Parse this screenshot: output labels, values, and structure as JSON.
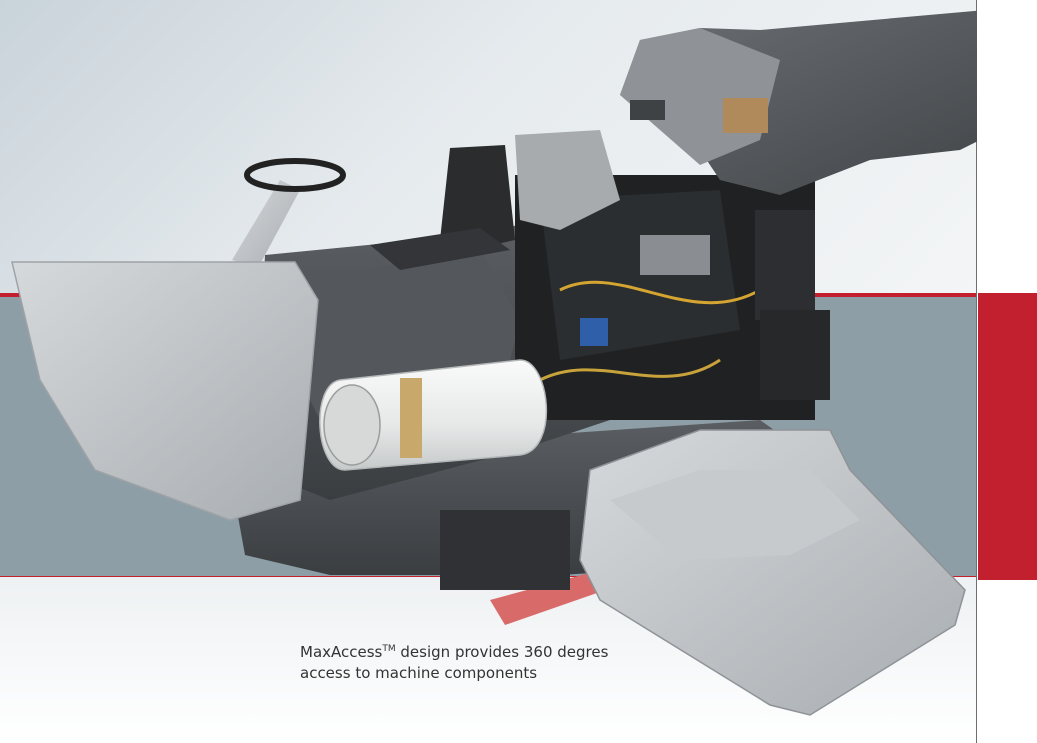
{
  "caption": {
    "line1_pre": "MaxAccess",
    "line1_tm": "TM",
    "line1_post": " design provides 360 degres",
    "line2": "access to machine components"
  },
  "colors": {
    "accent_red": "#c2202f",
    "band_gray": "#8e9ea6",
    "machine_dark": "#4a4d50",
    "machine_light": "#b4b8bb",
    "tank_white": "#eceeed"
  },
  "image": {
    "subject": "ride-on floor scrubber machine with panels opened"
  }
}
